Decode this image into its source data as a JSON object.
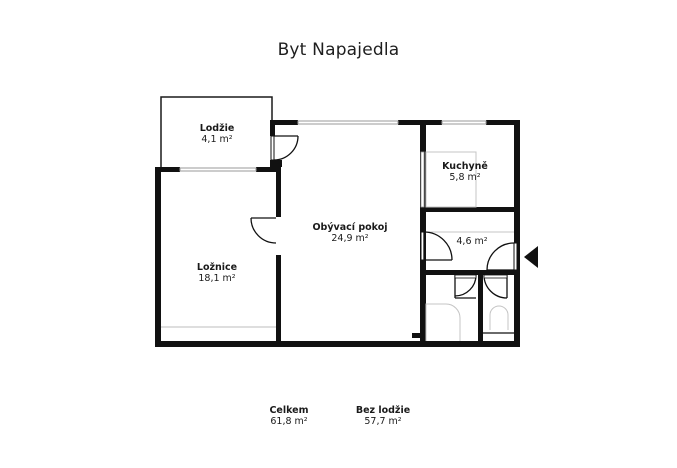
{
  "title": "Byt Napajedla",
  "rooms": [
    {
      "id": "lodzie",
      "name": "Lodžie",
      "area": "4,1 m²"
    },
    {
      "id": "loznice",
      "name": "Ložnice",
      "area": "18,1 m²"
    },
    {
      "id": "obyvaci",
      "name": "Obývací pokoj",
      "area": "24,9 m²"
    },
    {
      "id": "kuchyne",
      "name": "Kuchyně",
      "area": "5,8 m²"
    },
    {
      "id": "chodba",
      "name": "",
      "area": "4,6 m²"
    }
  ],
  "summary": {
    "total": {
      "label": "Celkem",
      "area": "61,8 m²"
    },
    "without_loggia": {
      "label": "Bez lodžie",
      "area": "57,7 m²"
    }
  },
  "entrance_marker": "entrance-arrow-icon",
  "colors": {
    "wall": "#111111",
    "thin_line": "#bdbdbd",
    "background": "#ffffff"
  }
}
